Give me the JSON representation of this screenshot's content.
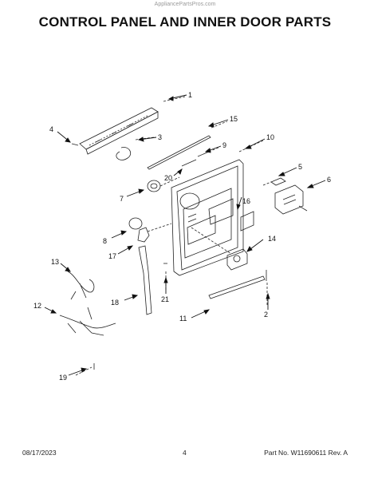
{
  "watermark": "AppliancePartsPros.com",
  "title": "CONTROL PANEL AND INNER DOOR PARTS",
  "callouts": [
    "1",
    "2",
    "3",
    "4",
    "5",
    "6",
    "7",
    "8",
    "9",
    "10",
    "11",
    "12",
    "13",
    "14",
    "15",
    "16",
    "17",
    "18",
    "19",
    "20",
    "21"
  ],
  "footer": {
    "date": "08/17/2023",
    "page": "4",
    "part_number": "Part No. W11690611  Rev. A"
  }
}
